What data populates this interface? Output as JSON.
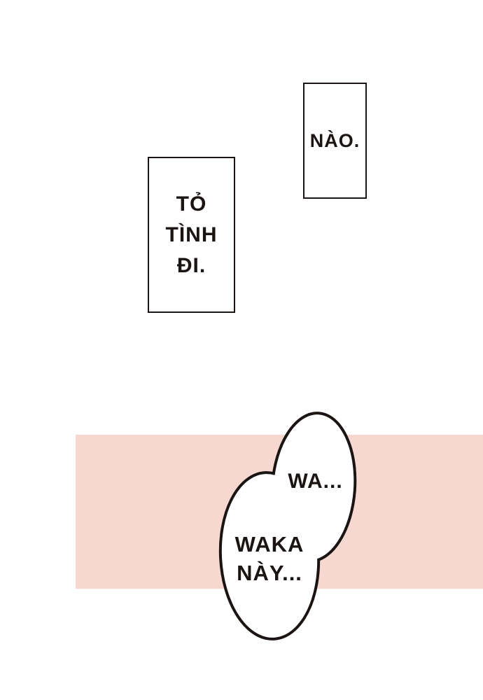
{
  "page": {
    "type": "comic-page",
    "background_color": "#ffffff"
  },
  "colors": {
    "ink": "#1a1413",
    "band_pink": "#f6d8d0",
    "bubble_fill": "#ffffff"
  },
  "caption_boxes": {
    "nao": {
      "text": "NÀO."
    },
    "totinh": {
      "lines": [
        "TỎ",
        "TÌNH",
        "ĐI."
      ]
    }
  },
  "speech_bubbles": {
    "upper": {
      "text": "WA..."
    },
    "lower": {
      "lines": [
        "WAKA",
        "NÀY..."
      ]
    }
  }
}
